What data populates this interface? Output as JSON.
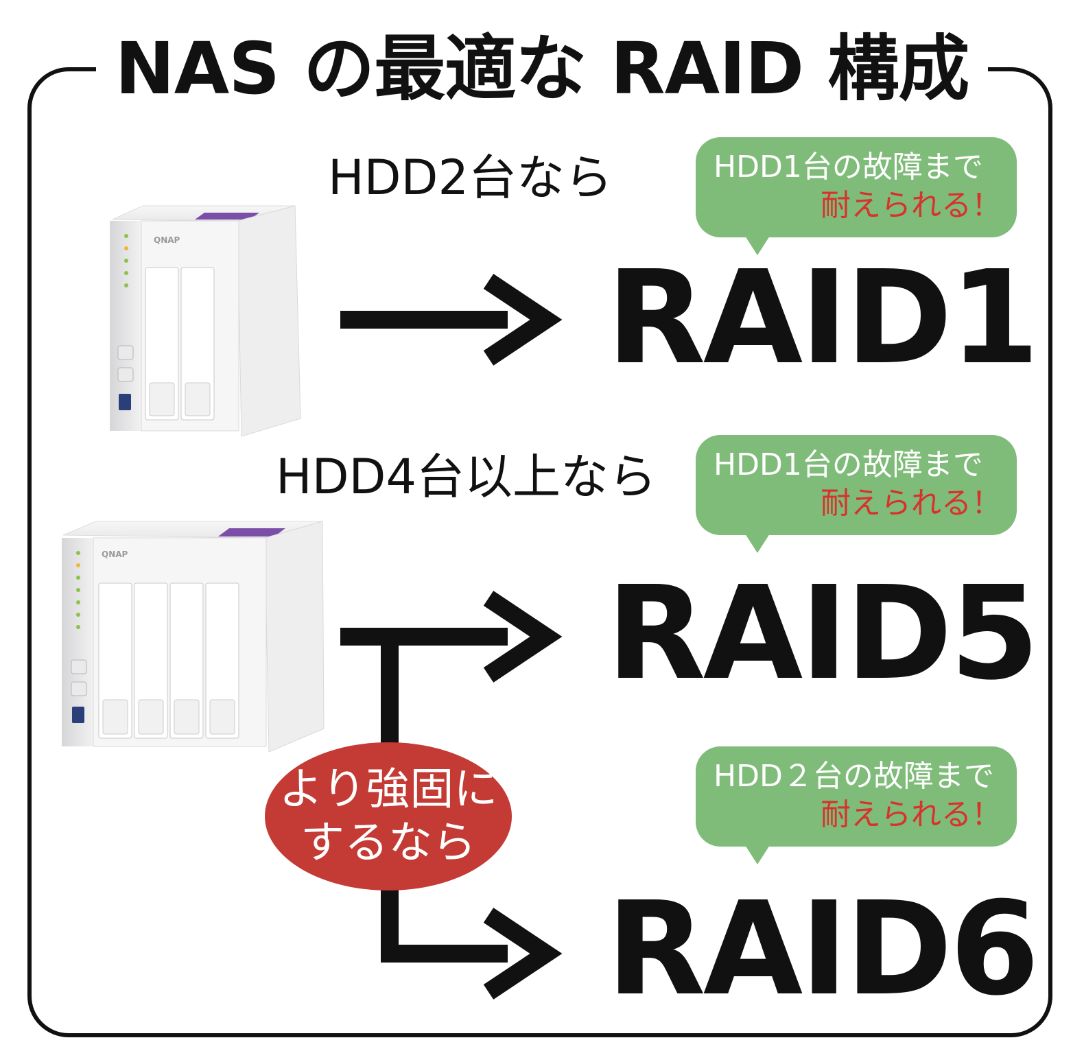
{
  "title": "NAS の最適な RAID 構成",
  "row1": {
    "condition": "HDD2台なら",
    "raid": "RAID1",
    "bubble": {
      "line1": "HDD1台の故障まで",
      "line2": "耐えられる！"
    },
    "device": {
      "brand": "QNAP",
      "bays": 2
    }
  },
  "row2": {
    "condition": "HDD4台以上なら",
    "raid": "RAID5",
    "bubble": {
      "line1": "HDD1台の故障まで",
      "line2": "耐えられる！"
    },
    "device": {
      "brand": "QNAP",
      "bays": 4
    }
  },
  "row3": {
    "branch_label": {
      "line1": "より強固に",
      "line2": "するなら"
    },
    "raid": "RAID6",
    "bubble": {
      "line1": "HDD２台の故障まで",
      "line2": "耐えられる！"
    }
  },
  "colors": {
    "bubble_green": "#7fbb79",
    "highlight_red": "#d8322c",
    "branch_red": "#c43a34",
    "nas_purple": "#7b4fa8"
  }
}
